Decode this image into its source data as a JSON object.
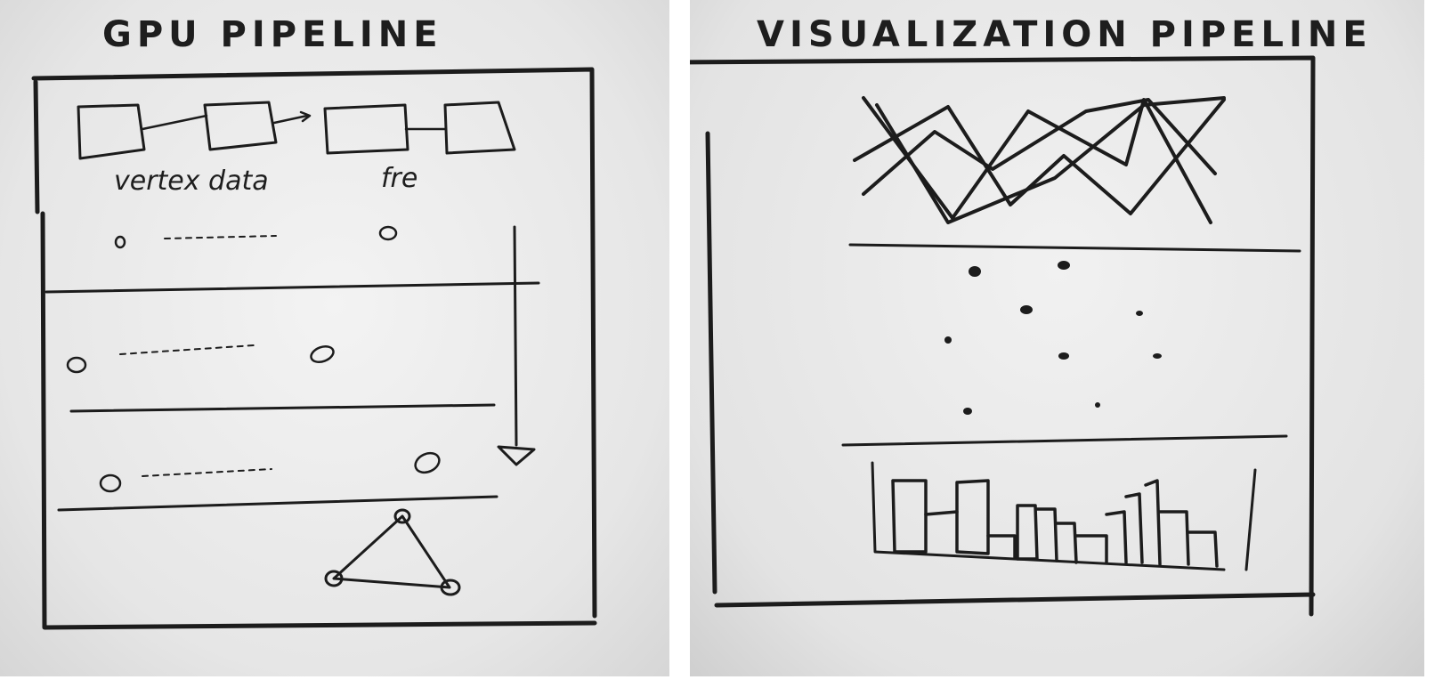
{
  "left_sketch": {
    "title": "GPU PIPELINE",
    "labels": [
      "vertex data",
      "fre"
    ]
  },
  "right_sketch": {
    "title": "VISUALIZATION PIPELINE"
  },
  "colors": {
    "paper": "#e9e9e9",
    "ink": "#1c1c1c"
  }
}
